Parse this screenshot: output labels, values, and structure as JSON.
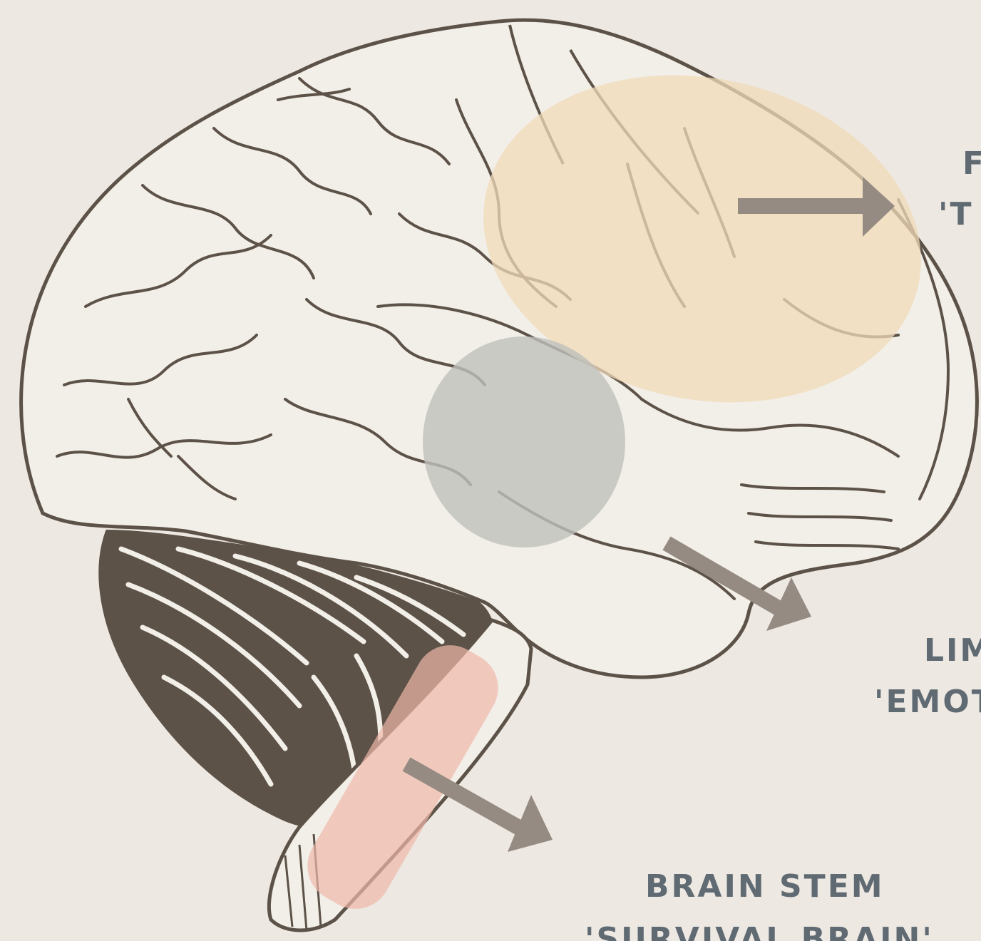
{
  "labels": {
    "frontal_line1": "F",
    "frontal_line2": "'T",
    "limbic_line1": "LIM",
    "limbic_line2": "'EMOT",
    "stem_line1": "BRAIN STEM",
    "stem_line2": "'SURVIVAL BRAIN'"
  },
  "colors": {
    "background": "#ede8e2",
    "brain_fill": "#f2eee8",
    "outline": "#5c5247",
    "frontal_highlight": "#f0dbb8",
    "limbic_highlight": "#bfc0bb",
    "stem_highlight": "#efb8aa",
    "arrow": "#958b82",
    "label_text": "#5f6a72"
  }
}
